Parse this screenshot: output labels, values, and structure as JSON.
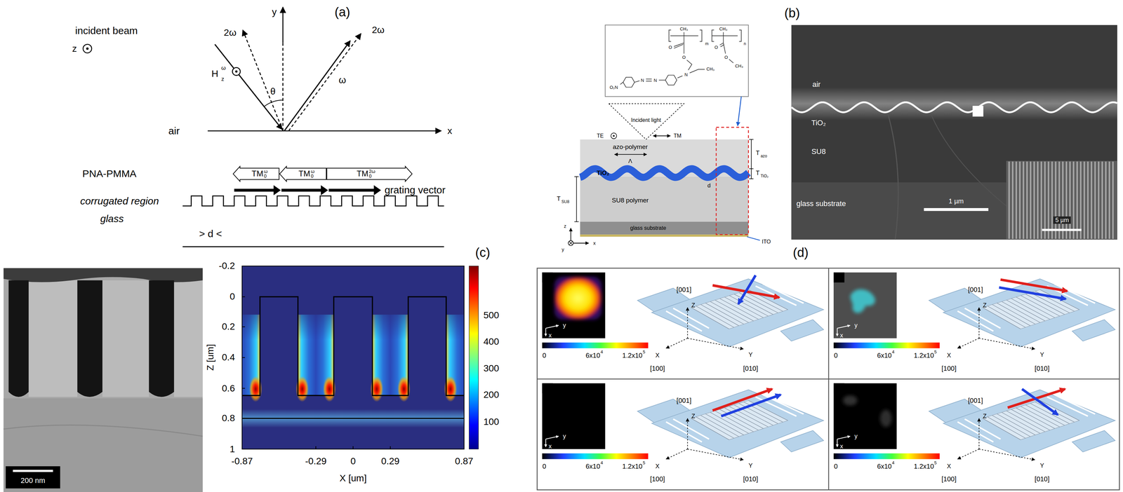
{
  "diagram": {
    "nodes": [
      {
        "text": [
          "TM",
          "0",
          "ω"
        ]
      },
      {
        "text": [
          "TM",
          "0",
          "ω"
        ]
      },
      {
        "text": [
          "TM",
          "0",
          "2ω"
        ]
      },
      {
        "text": [
          "azo-polymer"
        ]
      },
      {
        "text": [
          "SU8 polymer"
        ]
      },
      {
        "text": [
          "glass substrate"
        ]
      }
    ],
    "labels": [
      "(a)",
      "incident beam",
      "2ω",
      "y",
      "z",
      "H",
      "z",
      "ω",
      "θ",
      "ω",
      "2ω",
      "air",
      "x",
      "PNA-PMMA",
      "grating vector",
      "corrugated region",
      "glass",
      "> d <",
      "(b)",
      "CH₃",
      "m",
      "CH₃",
      "n",
      "O",
      "O",
      "O",
      "O",
      "CH₃",
      "N",
      "CH₃",
      "N",
      "N",
      "O₂N",
      "Incident light",
      "TE",
      "TM",
      "Λ",
      "TiO₂",
      "d",
      "T",
      "azo",
      "T",
      "TiO₂",
      "T",
      "SU8",
      "z",
      "y",
      "x",
      "ITO",
      "air",
      "TiO₂",
      "SU8",
      "glass substrate",
      "1 µm",
      "5 µm",
      "(c)",
      "200 nm",
      "-0.2",
      "0",
      "0.2",
      "0.4",
      "0.6",
      "0.8",
      "1",
      "Z [um]",
      "-0.87",
      "-0.29",
      "0",
      "0.29",
      "0.87",
      "X [um]",
      "500",
      "400",
      "300",
      "200",
      "100",
      "(d)",
      "y",
      "x",
      "0",
      "6x10",
      "4",
      "1.2x10",
      "5",
      "[001]",
      "Z",
      "X",
      "[100]",
      "Y",
      "[010]",
      "y",
      "x",
      "0",
      "6x10",
      "4",
      "1.2x10",
      "5",
      "[001]",
      "Z",
      "X",
      "[100]",
      "Y",
      "[010]",
      "y",
      "x",
      "0",
      "6x10",
      "4",
      "1.2x10",
      "5",
      "[001]",
      "Z",
      "X",
      "[100]",
      "Y",
      "[010]",
      "y",
      "x",
      "0",
      "6x10",
      "4",
      "1.2x10",
      "5",
      "[001]",
      "Z",
      "X",
      "[100]",
      "Y",
      "[010]"
    ]
  }
}
